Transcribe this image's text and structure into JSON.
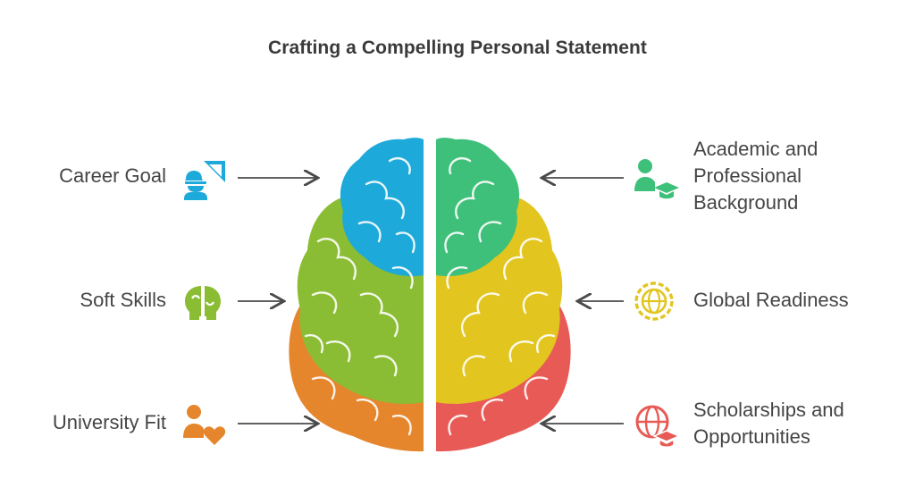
{
  "title": "Crafting a Compelling Personal Statement",
  "left_items": [
    {
      "label": "Career Goal",
      "icon": "engineer-ruler-icon",
      "color": "#1da9da"
    },
    {
      "label": "Soft Skills",
      "icon": "two-heads-icon",
      "color": "#8bbd34"
    },
    {
      "label": "University Fit",
      "icon": "person-heart-icon",
      "color": "#e5862c"
    }
  ],
  "right_items": [
    {
      "label_lines": [
        "Academic and",
        "Professional",
        "Background"
      ],
      "icon": "graduate-person-icon",
      "color": "#3ec07a"
    },
    {
      "label_lines": [
        "Global Readiness"
      ],
      "icon": "globe-gear-icon",
      "color": "#e2c51f"
    },
    {
      "label_lines": [
        "Scholarships and",
        "Opportunities"
      ],
      "icon": "globe-graduate-icon",
      "color": "#e85a55"
    }
  ],
  "brain_colors": {
    "blue": "#1da9da",
    "green_left": "#8bbd34",
    "orange": "#e5862c",
    "teal": "#3ec07a",
    "yellow": "#e2c51f",
    "red": "#e85a55"
  }
}
